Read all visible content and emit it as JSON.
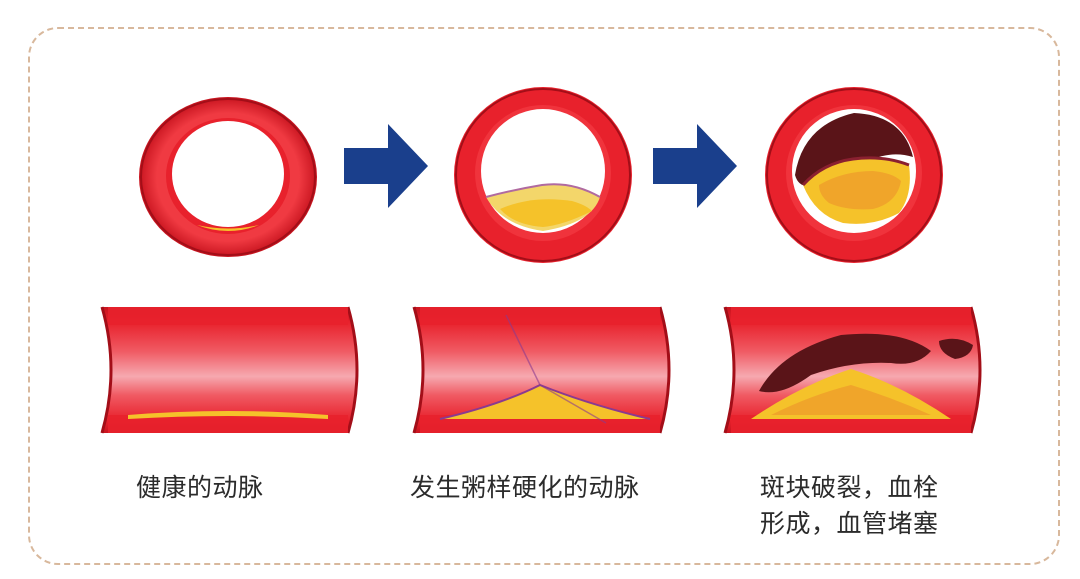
{
  "stages": [
    {
      "caption_lines": [
        "健康的动脉"
      ]
    },
    {
      "caption_lines": [
        "发生粥样硬化的动脉"
      ]
    },
    {
      "caption_lines": [
        "斑块破裂，血栓",
        "形成，血管堵塞"
      ]
    }
  ],
  "colors": {
    "vessel_wall": "#e8212c",
    "vessel_dark": "#c8141f",
    "vessel_highlight": "#f6a9b0",
    "plaque_yellow": "#f5c22a",
    "plaque_orange": "#e8852a",
    "thrombus": "#5a1418",
    "arrow": "#1a3f8c",
    "frame_border": "#d8b89c"
  },
  "icons": [
    "right-arrow-icon",
    "right-arrow-icon"
  ]
}
